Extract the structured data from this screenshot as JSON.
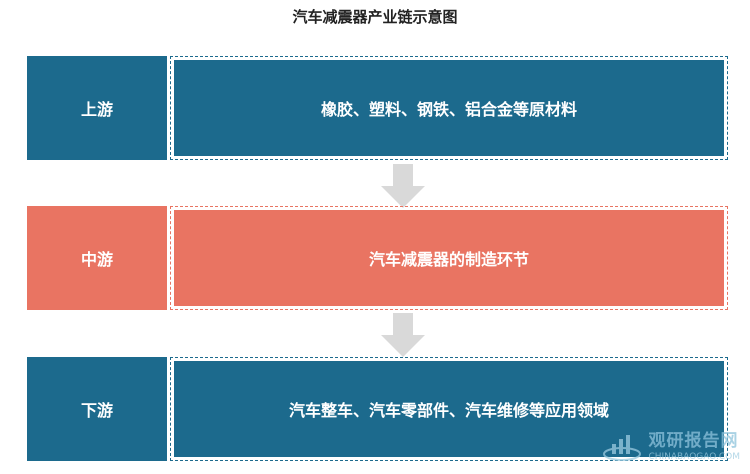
{
  "title": "汽车减震器产业链示意图",
  "colors": {
    "upstream": "#1c6a8d",
    "midstream": "#e97462",
    "downstream": "#1c6a8d",
    "arrow": "#d9d9d9"
  },
  "stages": [
    {
      "label": "上游",
      "content": "橡胶、塑料、钢铁、铝合金等原材料"
    },
    {
      "label": "中游",
      "content": "汽车减震器的制造环节"
    },
    {
      "label": "下游",
      "content": "汽车整车、汽车零部件、汽车维修等应用领域"
    }
  ],
  "watermark": {
    "cn": "观研报告网",
    "en": "CHINABAOGAO.COM",
    "icon": "chart-logo-icon"
  }
}
